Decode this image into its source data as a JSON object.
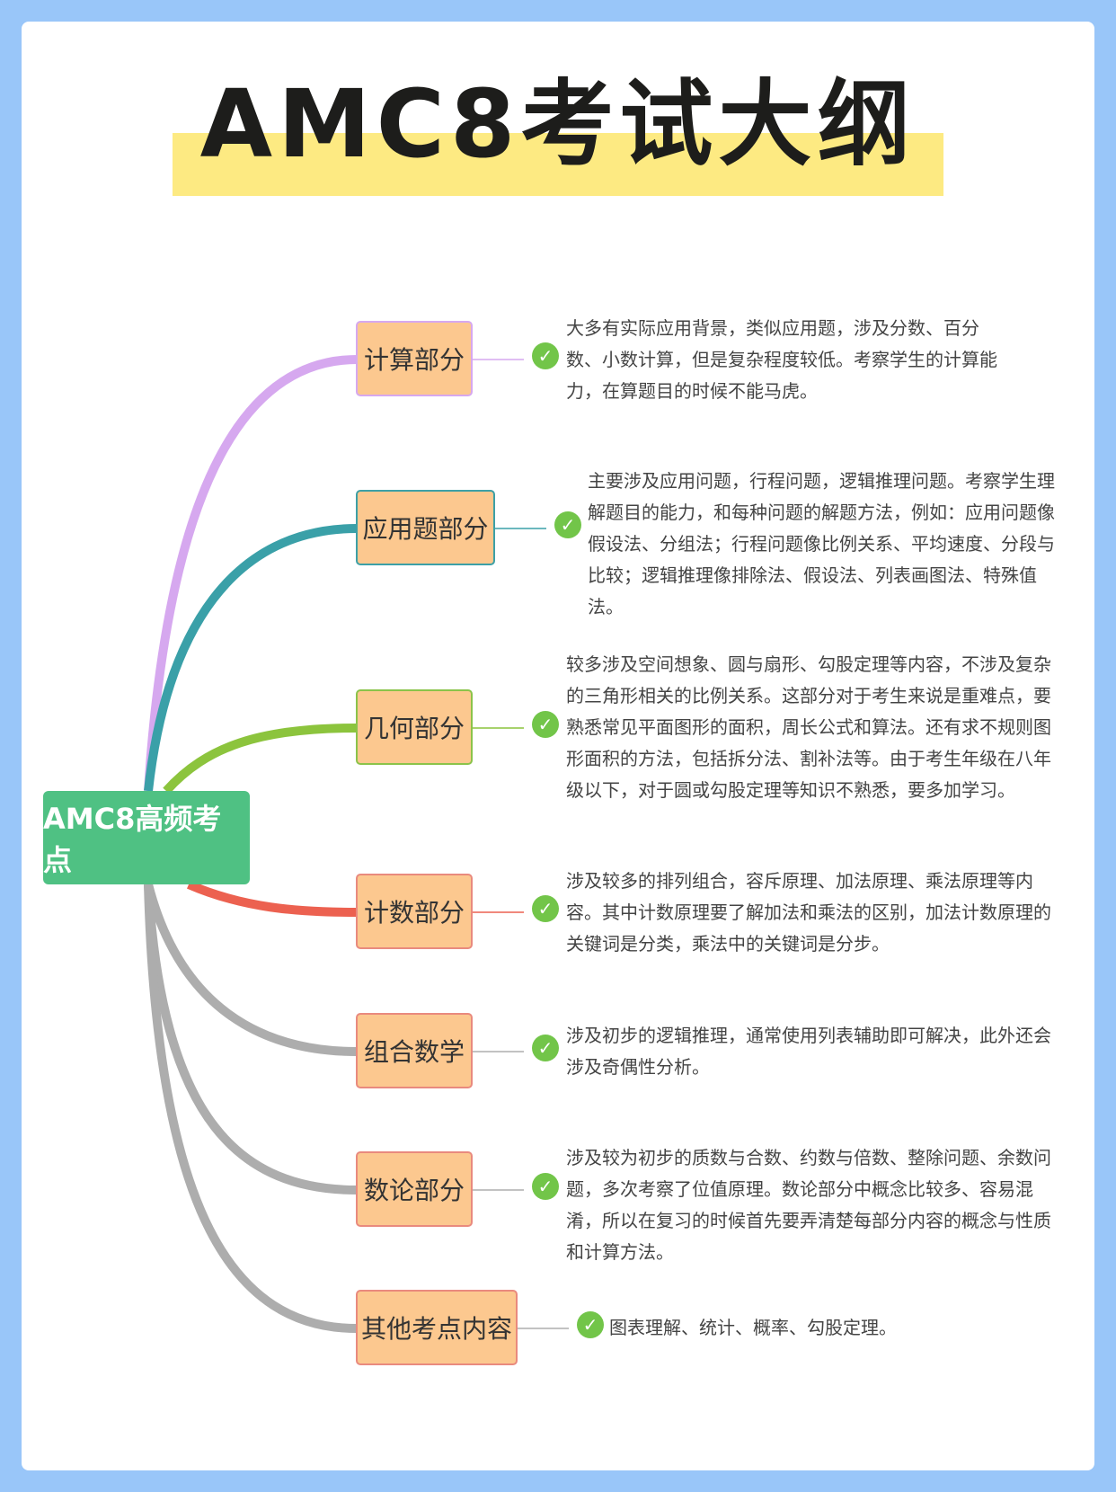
{
  "title": "AMC8考试大纲",
  "root": "AMC8高频考点",
  "branches": [
    {
      "label": "计算部分",
      "desc": "大多有实际应用背景，类似应用题，涉及分数、百分数、小数计算，但是复杂程度较低。考察学生的计算能力，在算题目的时候不能马虎。",
      "color": "#d6a8ef"
    },
    {
      "label": "应用题部分",
      "desc": "主要涉及应用问题，行程问题，逻辑推理问题。考察学生理解题目的能力，和每种问题的解题方法，例如：应用问题像假设法、分组法；行程问题像比例关系、平均速度、分段与比较；逻辑推理像排除法、假设法、列表画图法、特殊值法。",
      "color": "#3aa0a8"
    },
    {
      "label": "几何部分",
      "desc": "较多涉及空间想象、圆与扇形、勾股定理等内容，不涉及复杂的三角形相关的比例关系。这部分对于考生来说是重难点，要熟悉常见平面图形的面积，周长公式和算法。还有求不规则图形面积的方法，包括拆分法、割补法等。由于考生年级在八年级以下，对于圆或勾股定理等知识不熟悉，要多加学习。",
      "color": "#8cc43d"
    },
    {
      "label": "计数部分",
      "desc": "涉及较多的排列组合，容斥原理、加法原理、乘法原理等内容。其中计数原理要了解加法和乘法的区别，加法计数原理的关键词是分类，乘法中的关键词是分步。",
      "color": "#ec6150"
    },
    {
      "label": "组合数学",
      "desc": "涉及初步的逻辑推理，通常使用列表辅助即可解决，此外还会涉及奇偶性分析。",
      "color": "#adadad"
    },
    {
      "label": "数论部分",
      "desc": "涉及较为初步的质数与合数、约数与倍数、整除问题、余数问题，多次考察了位值原理。数论部分中概念比较多、容易混淆，所以在复习的时候首先要弄清楚每部分内容的概念与性质和计算方法。",
      "color": "#adadad"
    },
    {
      "label": "其他考点内容",
      "desc": "图表理解、统计、概率、勾股定理。",
      "color": "#adadad"
    }
  ]
}
